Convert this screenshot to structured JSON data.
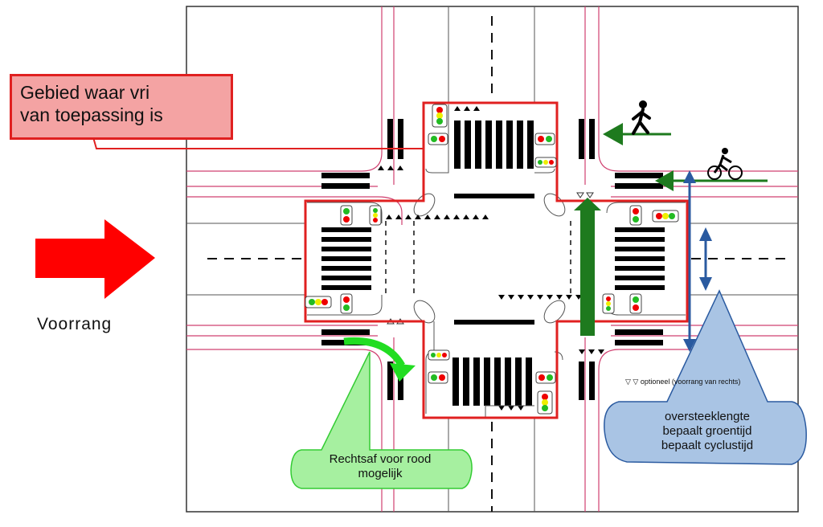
{
  "callout_area": {
    "line1": "Gebied waar vri",
    "line2": "van toepassing is",
    "fill": "#f4a3a3",
    "border": "#e02020"
  },
  "priority": {
    "label": "Voorrang",
    "arrow_color": "#ff0000"
  },
  "legend": {
    "symbol": "▽ ▽",
    "text": "optioneel (voorrang van rechts)"
  },
  "crossing_callout": {
    "line1": "oversteeklengte",
    "line2": "bepaalt groentijd",
    "line3": "bepaalt cyclustijd",
    "fill": "#a9c4e4",
    "border": "#2a5aa0"
  },
  "right_turn_callout": {
    "line1": "Rechtsaf voor rood",
    "line2": "mogelijk",
    "fill": "#a6f0a0",
    "border": "#33cc33"
  },
  "colors": {
    "area_outline": "#e02020",
    "curb": "#d04070",
    "through_arrow": "#1e7a1e",
    "right_turn_arrow": "#22dd22",
    "measure_arrow": "#2a5aa0"
  }
}
